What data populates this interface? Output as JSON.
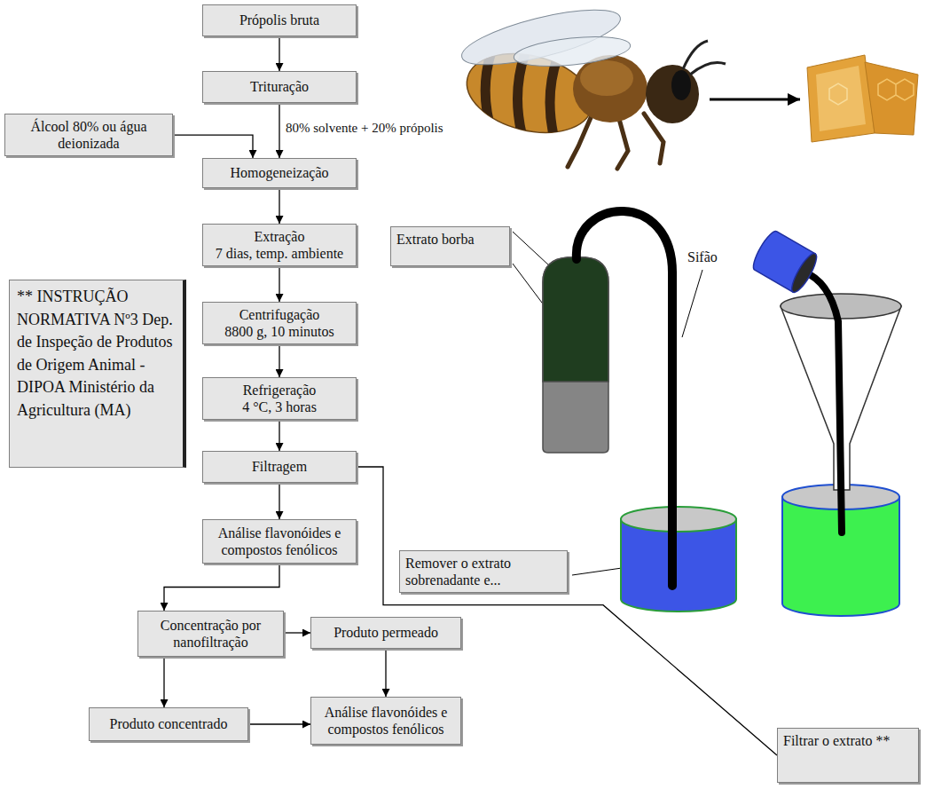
{
  "diagram": {
    "nodes": [
      {
        "text": [
          "Própolis bruta"
        ]
      },
      {
        "text": [
          "Trituração"
        ]
      },
      {
        "text": [
          "Álcool 80% ou água deionizada"
        ]
      },
      {
        "text": [
          "Homogeneização"
        ]
      },
      {
        "text": [
          "Extração",
          "7 dias, temp. ambiente"
        ]
      },
      {
        "text": [
          "Extrato borba"
        ]
      },
      {
        "text": [
          "** INSTRUÇÃO NORMATIVA Nº3 Dep. de Inspeção de Produtos de Origem Animal - DIPOA Ministério da Agricultura (MA)"
        ]
      },
      {
        "text": [
          "Centrifugação",
          "8800 g, 10 minutos"
        ]
      },
      {
        "text": [
          "Refrigeração",
          "4 °C, 3 horas"
        ]
      },
      {
        "text": [
          "Filtragem"
        ]
      },
      {
        "text": [
          "Análise flavonóides e compostos fenólicos"
        ]
      },
      {
        "text": [
          "Remover o extrato sobrenadante e..."
        ]
      },
      {
        "text": [
          "Concentração por nanofiltração"
        ]
      },
      {
        "text": [
          "Produto permeado"
        ]
      },
      {
        "text": [
          "Produto concentrado"
        ]
      },
      {
        "text": [
          "Análise flavonóides e compostos fenólicos"
        ]
      },
      {
        "text": [
          "Filtrar o extrato **"
        ]
      }
    ],
    "edges": [
      {
        "from": 0,
        "to": 1,
        "arrow": "to"
      },
      {
        "from": 1,
        "to": 3,
        "arrow": "to"
      },
      {
        "from": 2,
        "to": 3,
        "arrow": "to"
      },
      {
        "from": 3,
        "to": 4,
        "arrow": "to"
      },
      {
        "from": 4,
        "to": 7,
        "arrow": "to"
      },
      {
        "from": 7,
        "to": 8,
        "arrow": "to"
      },
      {
        "from": 8,
        "to": 9,
        "arrow": "to"
      },
      {
        "from": 9,
        "to": 10,
        "arrow": "to"
      },
      {
        "from": 10,
        "to": 12,
        "arrow": "to"
      },
      {
        "from": 12,
        "to": 13,
        "arrow": "to"
      },
      {
        "from": 12,
        "to": 14,
        "arrow": "to"
      },
      {
        "from": 13,
        "to": 15,
        "arrow": "to"
      },
      {
        "from": 14,
        "to": 15,
        "arrow": "to"
      },
      {
        "from": 9,
        "to": 16,
        "arrow": "none"
      }
    ],
    "labels": [
      "80% solvente + 20% própolis",
      "Sifão"
    ]
  }
}
